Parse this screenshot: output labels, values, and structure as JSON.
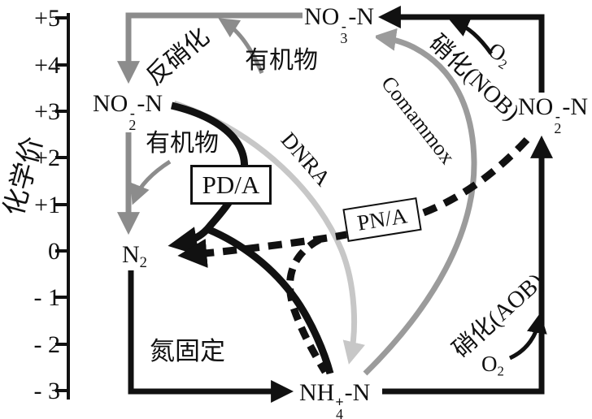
{
  "figure_title": "nitrogen-cycle-valence-diagram",
  "axis": {
    "title": "化学价",
    "tick_labels": [
      "+5",
      "+4",
      "+3",
      "+2",
      "+1",
      "0",
      "- 1",
      "- 2",
      "- 3"
    ]
  },
  "species": {
    "no3": {
      "pre": "NO",
      "sup": "-",
      "sub": "3",
      "post": "-N"
    },
    "no2_left": {
      "pre": "NO",
      "sup": "-",
      "sub": "2",
      "post": "-N"
    },
    "no2_right": {
      "pre": "NO",
      "sup": "-",
      "sub": "2",
      "post": "-N"
    },
    "n2": {
      "pre": "N",
      "sub": "2"
    },
    "nh4": {
      "pre": "NH",
      "sup": "+",
      "sub": "4",
      "post": "-N"
    }
  },
  "processes": {
    "denitrification": "反硝化",
    "organic_matter_top": "有机物",
    "organic_matter_left": "有机物",
    "nitrification_nob": "硝化(NOB)",
    "nitrification_aob": "硝化(AOB)",
    "comammox": "Comammox",
    "dnra": "DNRA",
    "pda": "PD/A",
    "pna": "PN/A",
    "nitrogen_fixation": "氮固定"
  },
  "molecules": {
    "o2_top": {
      "pre": "O",
      "sub": "2"
    },
    "o2_bottom": {
      "pre": "O",
      "sub": "2"
    }
  },
  "colors": {
    "black": "#111111",
    "dark_gray": "#8c8c8c",
    "mid_gray": "#9b9b9b",
    "light_gray": "#c7c7c7"
  }
}
